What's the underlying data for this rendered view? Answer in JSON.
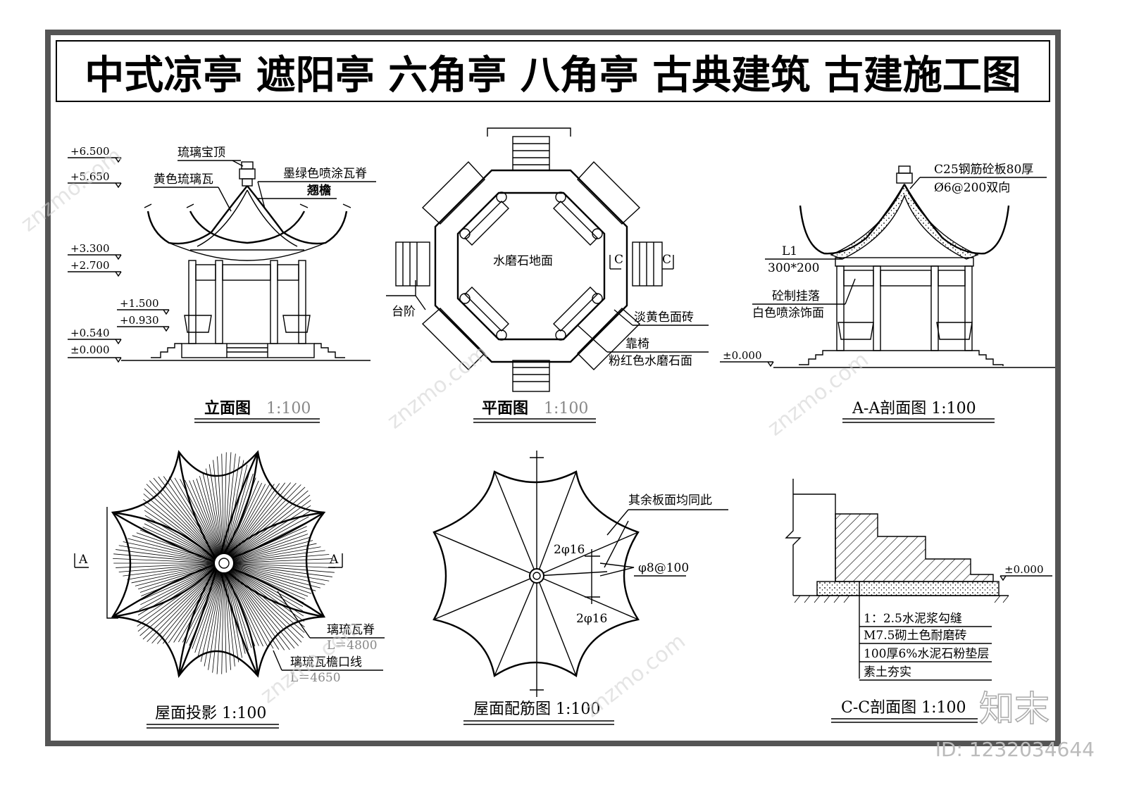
{
  "title": "中式凉亭  遮阳亭  六角亭  八角亭  古典建筑  古建施工图",
  "elevation": {
    "levels": [
      "+6.500",
      "+5.650",
      "+3.300",
      "+2.700",
      "+1.500",
      "+0.930",
      "+0.540",
      "±0.000"
    ],
    "callouts": [
      "琉璃宝顶",
      "黄色琉璃瓦",
      "墨绿色喷涂瓦脊",
      "翘檐"
    ],
    "title": "立面图",
    "scale": "1:100"
  },
  "plan": {
    "floor": "水磨石地面",
    "steps": "台阶",
    "tile": "淡黄色面砖",
    "bench": "靠椅",
    "bench_finish": "粉红色水磨石面",
    "cut_marker": "C",
    "title": "平面图",
    "scale": "1:100"
  },
  "section_aa": {
    "slab": "C25钢筋砼板80厚",
    "rebar": "Ø6@200双向",
    "beam": "L1",
    "beam_size": "300*200",
    "hanging": "砼制挂落",
    "finish": "白色喷涂饰面",
    "level": "±0.000",
    "title": "A-A剖面图 1:100"
  },
  "roof_projection": {
    "cut_marker": "A",
    "ridge": "璃琉瓦脊",
    "ridge_len": "L＝4800",
    "eave": "璃琉瓦檐口线",
    "eave_len": "L＝4650",
    "title": "屋面投影 1:100"
  },
  "roof_rebar": {
    "note": "其余板面均同此",
    "bar_top": "2φ16",
    "bar_dist": "φ8@100",
    "bar_bottom": "2φ16",
    "title": "屋面配筋图 1:100"
  },
  "section_cc": {
    "level": "±0.000",
    "layers": [
      "1：2.5水泥浆勾缝",
      "M7.5砌土色耐磨砖",
      "100厚6%水泥石粉垫层",
      "素土夯实"
    ],
    "title": "C-C剖面图 1:100"
  },
  "watermark": {
    "site": "znzmo.com",
    "brand": "知末",
    "id": "ID: 1232034644"
  }
}
